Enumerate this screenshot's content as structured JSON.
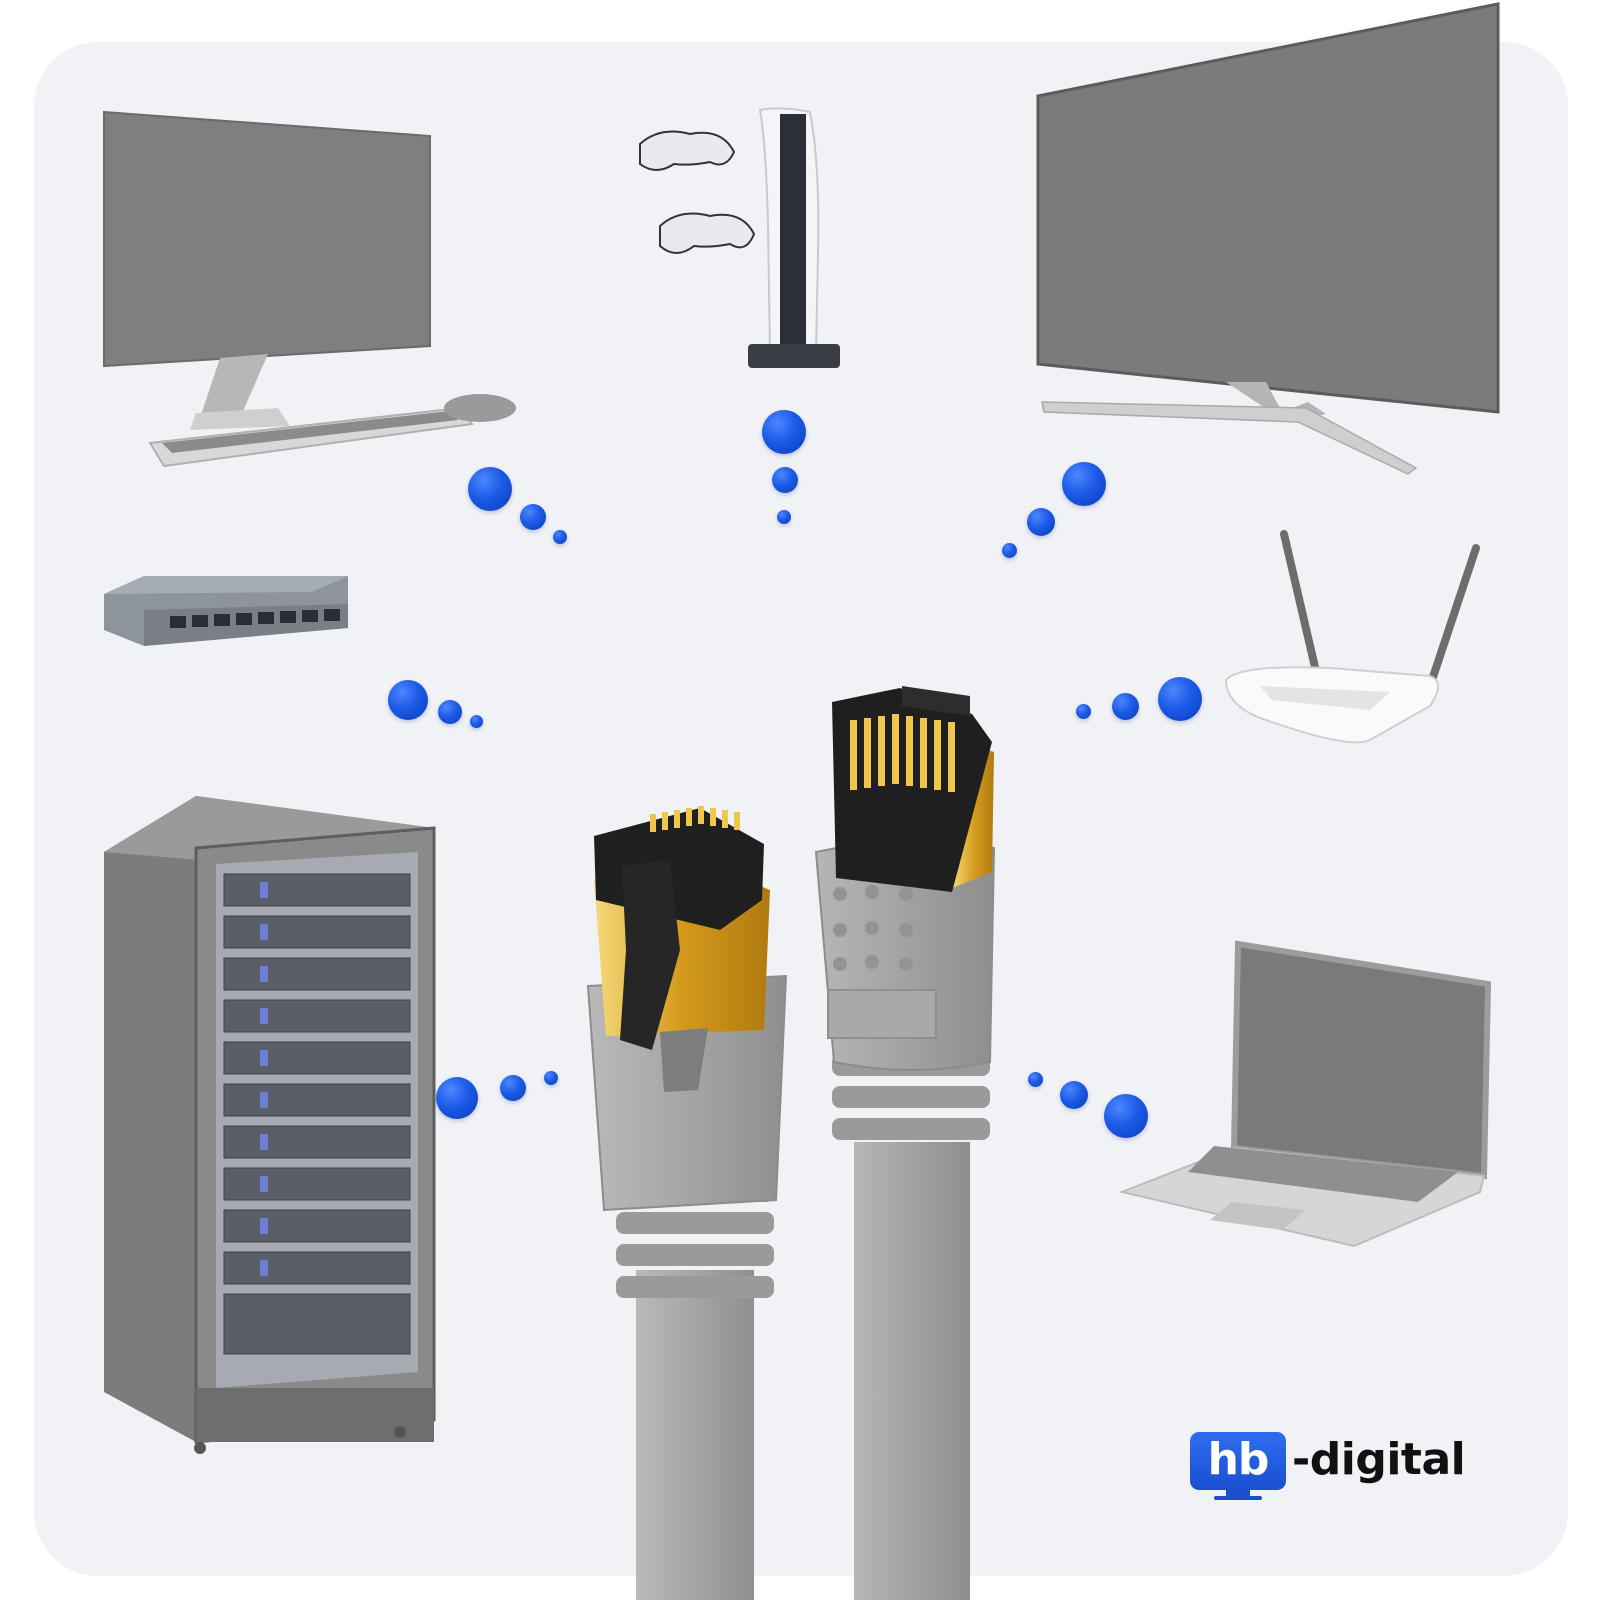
{
  "brand": {
    "name": "hb",
    "suffix": "-digital",
    "accent": "#1f5ae6"
  },
  "scene": {
    "background": "#f1f2f5",
    "devices": [
      "desktop-monitor-with-keyboard",
      "game-console-with-controllers",
      "smart-tv",
      "network-switch",
      "wifi-router",
      "server-rack",
      "laptop"
    ],
    "cable": "grey-ethernet-patch-cable-rj45",
    "connection_dot_color": "#1f5ae6"
  }
}
